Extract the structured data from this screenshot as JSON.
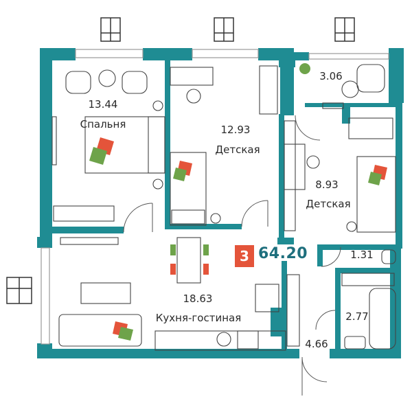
{
  "plan": {
    "room_count": "3",
    "total_area": "64.20",
    "wall_color": "#1f8c93",
    "accent_color": "#e4543a",
    "rooms": [
      {
        "id": "bedroom",
        "area": "13.44",
        "name": "Спальня"
      },
      {
        "id": "kids1",
        "area": "12.93",
        "name": "Детская"
      },
      {
        "id": "balcony",
        "area": "3.06",
        "name": ""
      },
      {
        "id": "kids2",
        "area": "8.93",
        "name": "Детская"
      },
      {
        "id": "wc",
        "area": "1.31",
        "name": ""
      },
      {
        "id": "living",
        "area": "18.63",
        "name": "Кухня-гостиная"
      },
      {
        "id": "bath",
        "area": "2.77",
        "name": ""
      },
      {
        "id": "hall",
        "area": "4.66",
        "name": ""
      }
    ]
  }
}
